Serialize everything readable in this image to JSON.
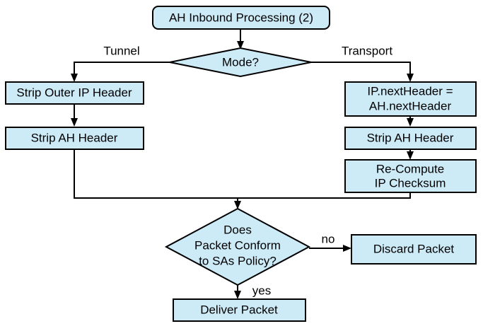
{
  "diagram": {
    "title": "AH Inbound Processing (2)",
    "type": "flowchart",
    "colors": {
      "node_fill": "#cdeaf7",
      "node_stroke": "#000000",
      "background": "#ffffff",
      "text": "#000000"
    },
    "nodes": {
      "start": {
        "id": "start",
        "shape": "rounded-rectangle",
        "label": "AH Inbound Processing (2)"
      },
      "mode_decision": {
        "id": "mode_decision",
        "shape": "diamond",
        "label": "Mode?"
      },
      "strip_outer_ip": {
        "id": "strip_outer_ip",
        "shape": "rectangle",
        "label": "Strip Outer IP Header"
      },
      "strip_ah_left": {
        "id": "strip_ah_left",
        "shape": "rectangle",
        "label": "Strip AH Header"
      },
      "next_header": {
        "id": "next_header",
        "shape": "rectangle",
        "line1": "IP.nextHeader =",
        "line2": "AH.nextHeader"
      },
      "strip_ah_right": {
        "id": "strip_ah_right",
        "shape": "rectangle",
        "label": "Strip AH Header"
      },
      "recompute": {
        "id": "recompute",
        "shape": "rectangle",
        "line1": "Re-Compute",
        "line2": "IP Checksum"
      },
      "conform_decision": {
        "id": "conform_decision",
        "shape": "diamond",
        "line1": "Does",
        "line2": "Packet Conform",
        "line3": "to SAs Policy?"
      },
      "discard": {
        "id": "discard",
        "shape": "rectangle",
        "label": "Discard Packet"
      },
      "deliver": {
        "id": "deliver",
        "shape": "rectangle",
        "label": "Deliver Packet"
      }
    },
    "edge_labels": {
      "tunnel": "Tunnel",
      "transport": "Transport",
      "no": "no",
      "yes": "yes"
    },
    "edges": [
      {
        "from": "start",
        "to": "mode_decision",
        "label": ""
      },
      {
        "from": "mode_decision",
        "to": "strip_outer_ip",
        "label": "Tunnel"
      },
      {
        "from": "mode_decision",
        "to": "next_header",
        "label": "Transport"
      },
      {
        "from": "strip_outer_ip",
        "to": "strip_ah_left",
        "label": ""
      },
      {
        "from": "next_header",
        "to": "strip_ah_right",
        "label": ""
      },
      {
        "from": "strip_ah_right",
        "to": "recompute",
        "label": ""
      },
      {
        "from": "strip_ah_left",
        "to": "conform_decision",
        "label": ""
      },
      {
        "from": "recompute",
        "to": "conform_decision",
        "label": ""
      },
      {
        "from": "conform_decision",
        "to": "discard",
        "label": "no"
      },
      {
        "from": "conform_decision",
        "to": "deliver",
        "label": "yes"
      }
    ]
  }
}
